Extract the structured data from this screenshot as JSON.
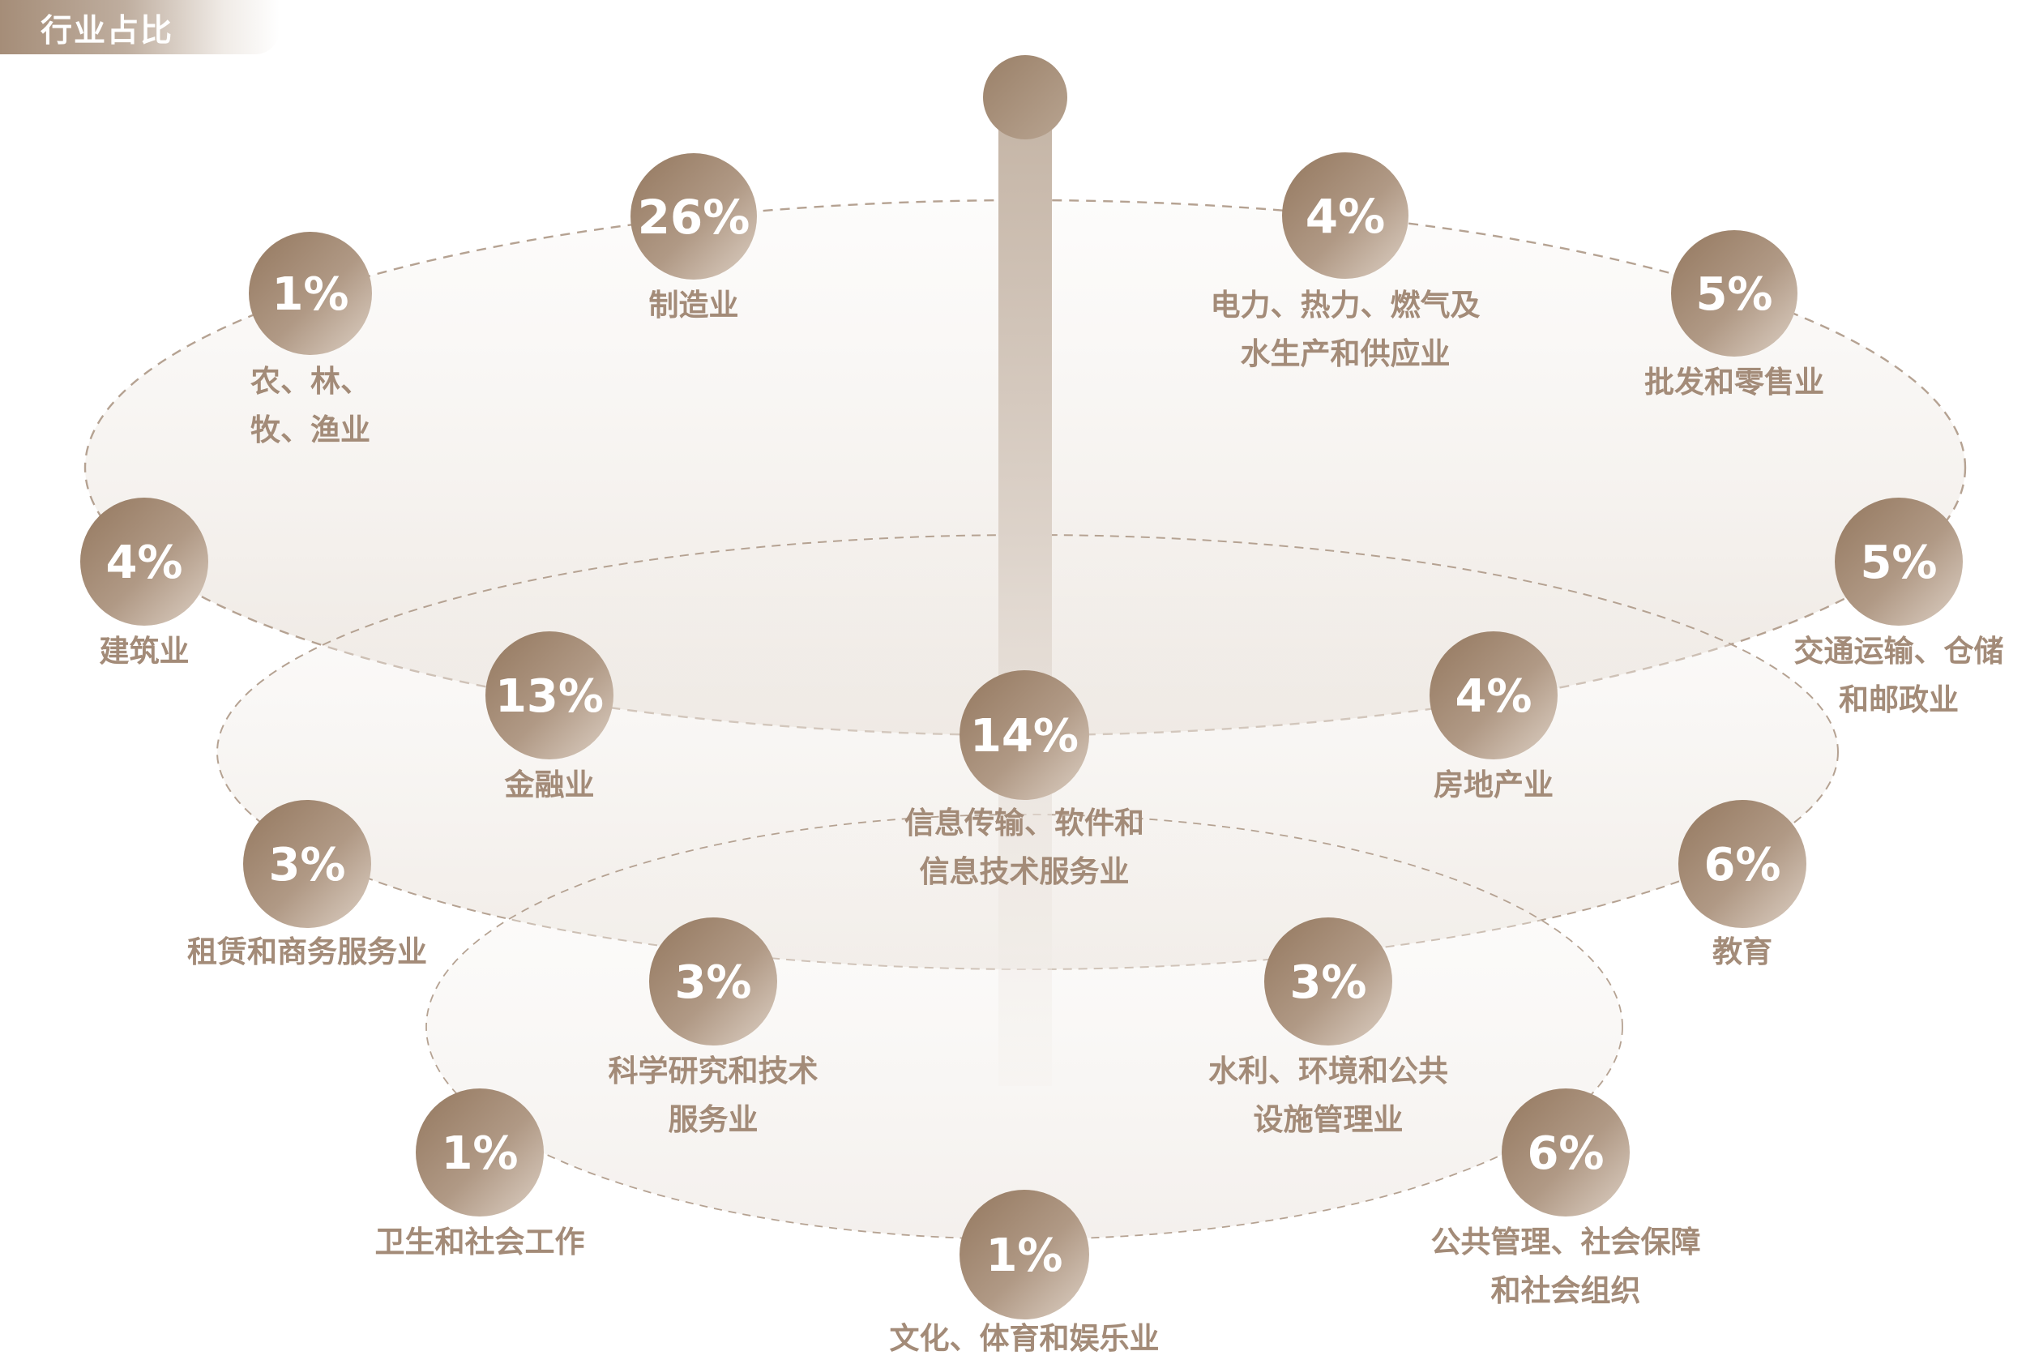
{
  "header": {
    "title": "行业占比"
  },
  "industries": [
    {
      "id": "agriculture",
      "label": [
        "农、林、",
        "牧、渔业"
      ],
      "value": "1%"
    },
    {
      "id": "manufacturing",
      "label": [
        "制造业"
      ],
      "value": "26%"
    },
    {
      "id": "utilities",
      "label": [
        "电力、热力、燃气及",
        "水生产和供应业"
      ],
      "value": "4%"
    },
    {
      "id": "wholesale-retail",
      "label": [
        "批发和零售业"
      ],
      "value": "5%"
    },
    {
      "id": "construction",
      "label": [
        "建筑业"
      ],
      "value": "4%"
    },
    {
      "id": "transport",
      "label": [
        "交通运输、仓储",
        "和邮政业"
      ],
      "value": "5%"
    },
    {
      "id": "finance",
      "label": [
        "金融业"
      ],
      "value": "13%"
    },
    {
      "id": "it-software",
      "label": [
        "信息传输、软件和",
        "信息技术服务业"
      ],
      "value": "14%"
    },
    {
      "id": "real-estate",
      "label": [
        "房地产业"
      ],
      "value": "4%"
    },
    {
      "id": "leasing-business",
      "label": [
        "租赁和商务服务业"
      ],
      "value": "3%"
    },
    {
      "id": "education",
      "label": [
        "教育"
      ],
      "value": "6%"
    },
    {
      "id": "research-tech",
      "label": [
        "科学研究和技术",
        "服务业"
      ],
      "value": "3%"
    },
    {
      "id": "water-environment",
      "label": [
        "水利、环境和公共",
        "设施管理业"
      ],
      "value": "3%"
    },
    {
      "id": "health-social",
      "label": [
        "卫生和社会工作"
      ],
      "value": "1%"
    },
    {
      "id": "public-admin",
      "label": [
        "公共管理、社会保障",
        "和社会组织"
      ],
      "value": "6%"
    },
    {
      "id": "culture-sports",
      "label": [
        "文化、体育和娱乐业"
      ],
      "value": "1%"
    }
  ],
  "colors": {
    "bubble_dark": "#9a8068",
    "bubble_light": "#d9cabc",
    "label": "#a38b78",
    "ring_dash": "#b5a292"
  }
}
